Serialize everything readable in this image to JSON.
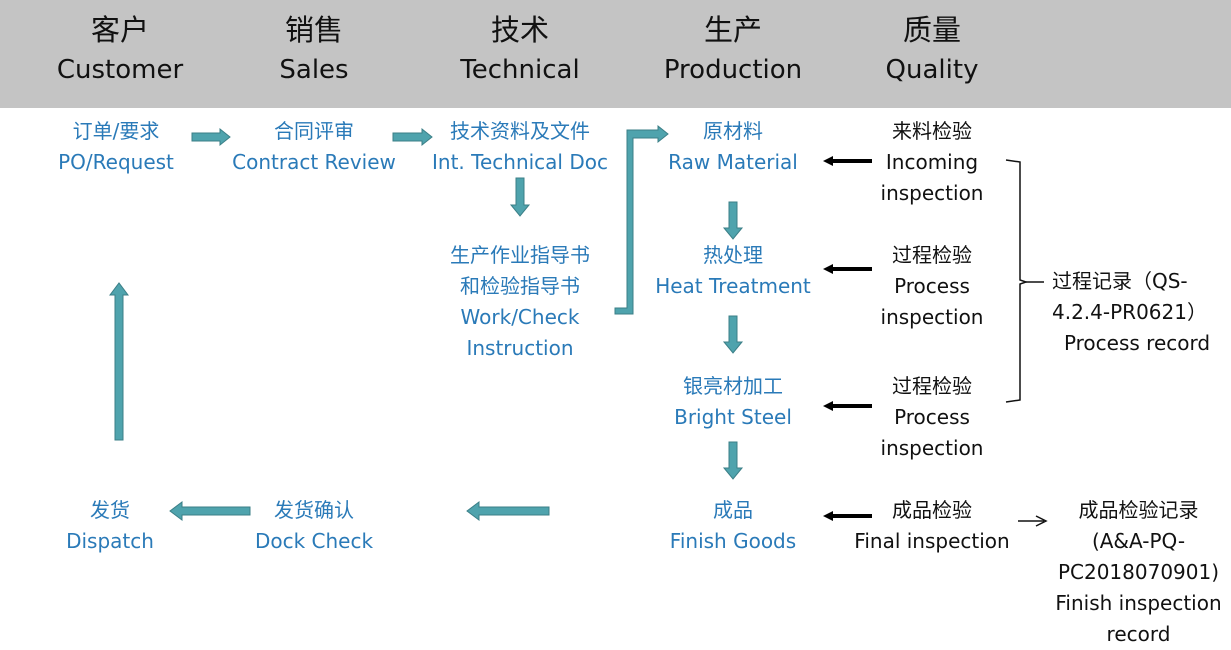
{
  "header": {
    "columns": [
      {
        "zh": "客户",
        "en": "Customer"
      },
      {
        "zh": "销售",
        "en": "Sales"
      },
      {
        "zh": "技术",
        "en": "Technical"
      },
      {
        "zh": "生产",
        "en": "Production"
      },
      {
        "zh": "质量",
        "en": "Quality"
      }
    ]
  },
  "nodes": {
    "po_request": {
      "zh": "订单/要求",
      "en": "PO/Request"
    },
    "contract_review": {
      "zh": "合同评审",
      "en": "Contract Review"
    },
    "tech_doc": {
      "zh": "技术资料及文件",
      "en": "Int. Technical Doc"
    },
    "work_instruction": {
      "zh1": "生产作业指导书",
      "zh2": "和检验指导书",
      "en1": "Work/Check",
      "en2": "Instruction"
    },
    "raw_material": {
      "zh": "原材料",
      "en": "Raw Material"
    },
    "heat_treatment": {
      "zh": "热处理",
      "en": "Heat Treatment"
    },
    "bright_steel": {
      "zh": "银亮材加工",
      "en": "Bright Steel"
    },
    "finish_goods": {
      "zh": "成品",
      "en": "Finish Goods"
    },
    "dock_check": {
      "zh": "发货确认",
      "en": "Dock Check"
    },
    "dispatch": {
      "zh": "发货",
      "en": "Dispatch"
    }
  },
  "quality": {
    "incoming": {
      "zh": "来料检验",
      "en1": "Incoming",
      "en2": "inspection"
    },
    "process1": {
      "zh": "过程检验",
      "en1": "Process",
      "en2": "inspection"
    },
    "process2": {
      "zh": "过程检验",
      "en1": "Process",
      "en2": "inspection"
    },
    "final": {
      "zh": "成品检验",
      "en": "Final inspection"
    }
  },
  "records": {
    "process_record": {
      "line1": "过程记录（QS-",
      "line2": "4.2.4-PR0621）",
      "line3": "Process record"
    },
    "finish_record": {
      "line1": "成品检验记录",
      "line2": "(A&A-PQ-",
      "line3": "PC2018070901)",
      "line4": "Finish inspection",
      "line5": "record"
    }
  },
  "colors": {
    "header_bg": "#c4c4c4",
    "node_text": "#2a7ab8",
    "arrow_fill": "#4fa3ad",
    "arrow_stroke": "#3b7f87",
    "quality_text": "#111111"
  }
}
